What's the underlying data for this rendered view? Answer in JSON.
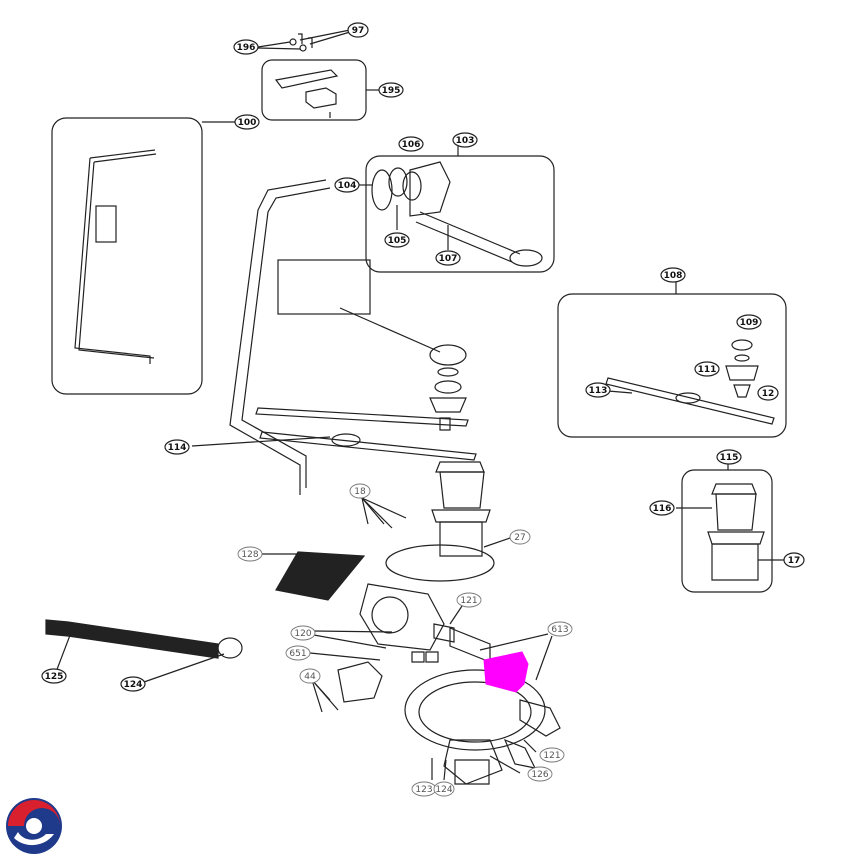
{
  "diagram": {
    "callouts": {
      "c97": "97",
      "c196": "196",
      "c195": "195",
      "c100": "100",
      "c103": "103",
      "c106": "106",
      "c104": "104",
      "c105": "105",
      "c107": "107",
      "c108": "108",
      "c109": "109",
      "c111": "111",
      "c12": "12",
      "c113": "113",
      "c114": "114",
      "c115": "115",
      "c116": "116",
      "c17": "17",
      "c18": "18",
      "c27": "27",
      "c128": "128",
      "c121a": "121",
      "c120": "120",
      "c651": "651",
      "c44": "44",
      "c613": "613",
      "c125": "125",
      "c124a": "124",
      "c121b": "121",
      "c126": "126",
      "c123": "123",
      "c124b": "124"
    },
    "colors": {
      "line": "#222222",
      "highlight": "#ff00ff",
      "logo_red": "#d8202f",
      "logo_blue": "#1f3a8a"
    }
  }
}
